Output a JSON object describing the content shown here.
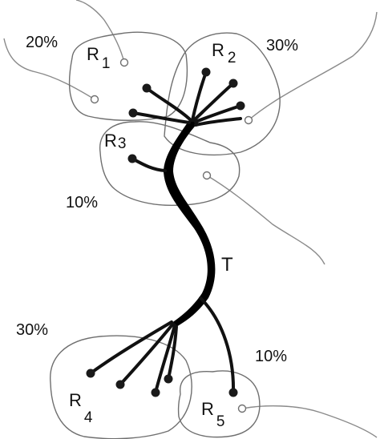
{
  "regions": [
    {
      "name": "R",
      "sub": "1",
      "percent": "20%"
    },
    {
      "name": "R",
      "sub": "2",
      "percent": "30%"
    },
    {
      "name": "R",
      "sub": "3",
      "percent": "10%"
    },
    {
      "name": "R",
      "sub": "4",
      "percent": "30%"
    },
    {
      "name": "R",
      "sub": "5",
      "percent": "10%"
    }
  ],
  "trunk_label": "T"
}
